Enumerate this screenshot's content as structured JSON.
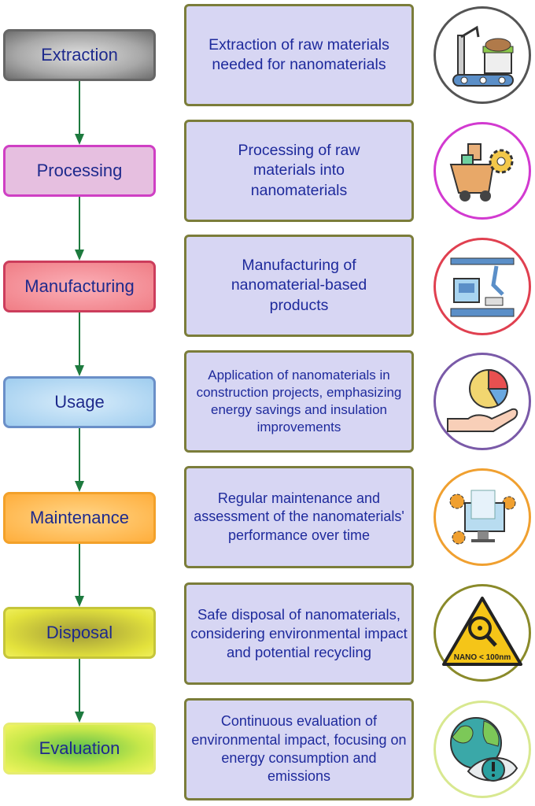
{
  "stages": [
    {
      "label": "Extraction",
      "description": "Extraction of raw materials needed for nanomaterials",
      "icon": "conveyor-robot-arm-icon"
    },
    {
      "label": "Processing",
      "description": "Processing of raw materials into nanomaterials",
      "icon": "mine-cart-gear-icon"
    },
    {
      "label": "Manufacturing",
      "description": "Manufacturing of nanomaterial-based products",
      "icon": "factory-assembly-icon"
    },
    {
      "label": "Usage",
      "description": "Application of nanomaterials in construction projects, emphasizing energy savings and insulation improvements",
      "icon": "hand-pie-chart-icon"
    },
    {
      "label": "Maintenance",
      "description": "Regular maintenance and assessment of the nanomaterials' performance over time",
      "icon": "computer-gears-icon"
    },
    {
      "label": "Disposal",
      "description": "Safe disposal of nanomaterials, considering environmental impact and potential recycling",
      "icon": "nano-warning-sign-icon"
    },
    {
      "label": "Evaluation",
      "description": "Continuous evaluation of environmental impact, focusing on energy consumption and emissions",
      "icon": "globe-eye-icon"
    }
  ],
  "disposal_sign_text": "NANO < 100nm"
}
